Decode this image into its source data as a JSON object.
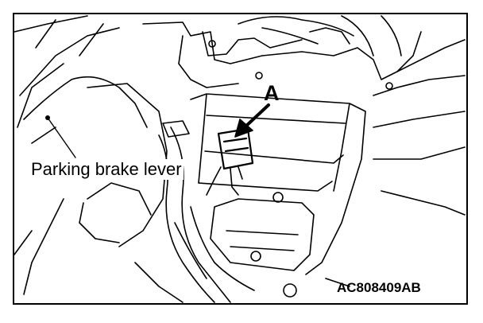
{
  "labels": {
    "parking_brake_lever": "Parking brake lever",
    "callout_a": "A",
    "figure_code": "AC808409AB"
  },
  "colors": {
    "line": "#000000",
    "background": "#ffffff"
  }
}
